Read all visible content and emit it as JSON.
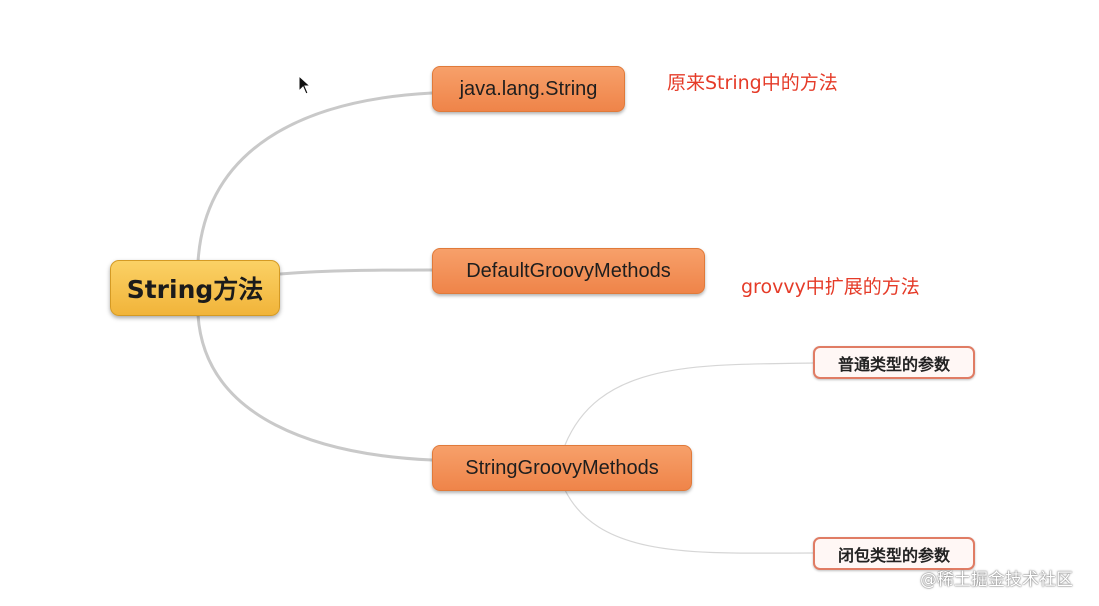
{
  "diagram": {
    "root": {
      "label": "String方法"
    },
    "branches": [
      {
        "label": "java.lang.String"
      },
      {
        "label": "DefaultGroovyMethods"
      },
      {
        "label": "StringGroovyMethods"
      }
    ],
    "leaves": [
      {
        "label": "普通类型的参数"
      },
      {
        "label": "闭包类型的参数"
      }
    ],
    "annotations": [
      {
        "text": "原来String中的方法"
      },
      {
        "text": "grovvy中扩展的方法"
      }
    ]
  },
  "watermark": {
    "text": "@稀土掘金技术社区"
  },
  "colors": {
    "root_fill": "#f5c04a",
    "branch_fill": "#f28f55",
    "leaf_border": "#e07c64",
    "annotation_text": "#e53b28",
    "connector": "#cccccc"
  }
}
